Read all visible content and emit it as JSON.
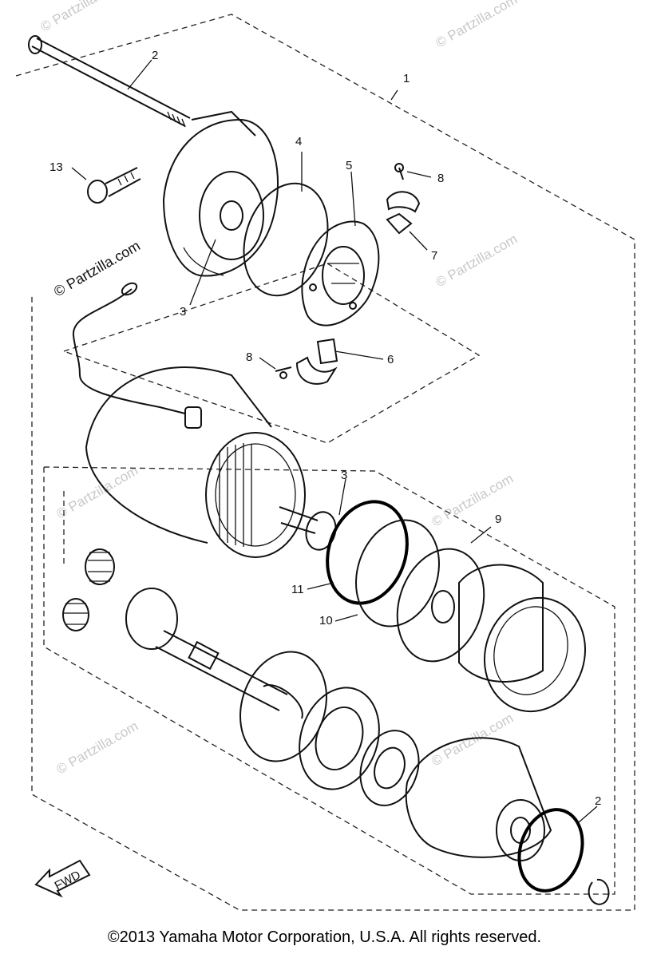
{
  "callouts": {
    "c1": "1",
    "c2_top": "2",
    "c2_bottom": "2",
    "c3_upper": "3",
    "c3_lower": "3",
    "c4": "4",
    "c5": "5",
    "c6": "6",
    "c7": "7",
    "c8_upper": "8",
    "c8_lower": "8",
    "c9": "9",
    "c10": "10",
    "c11": "11",
    "c13": "13"
  },
  "watermark": "© Partzilla.com",
  "front_arrow_label": "FWD",
  "copyright": "©2013  Yamaha Motor Corporation, U.S.A. All rights reserved."
}
